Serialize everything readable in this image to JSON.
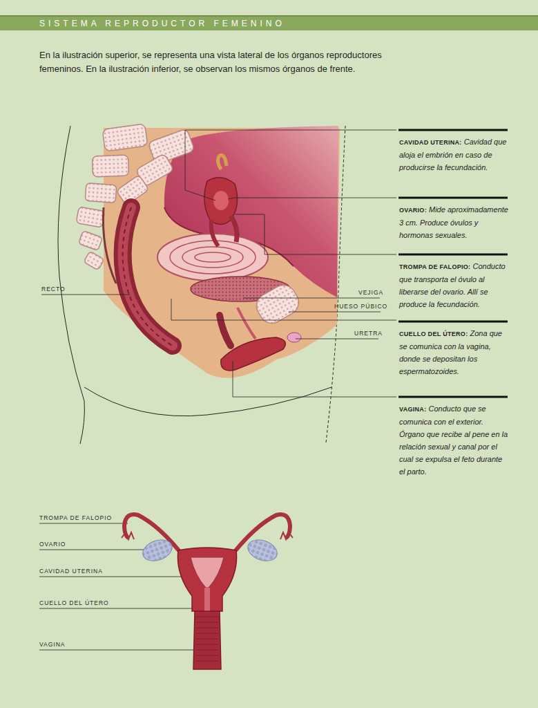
{
  "diagram": {
    "title": "SISTEMA REPRODUCTOR FEMENINO",
    "labels": [
      "En la ilustración superior, se representa una vista lateral de los órganos reproductores femeninos. En la ilustración inferior, se observan los mismos órganos de frente.",
      "CAVIDAD UTERINA:",
      "Cavidad que aloja el embrión en caso de producirse la fecundación.",
      "OVARIO:",
      "Mide aproximadamente 3 cm. Produce óvulos y hormonas sexuales.",
      "TROMPA DE FALOPIO:",
      "Conducto que transporta el óvulo al liberarse del ovario. Allí se produce la fecundación.",
      "CUELLO DEL ÚTERO:",
      "Zona que se comunica con la vagina, donde se depositan los espermatozoides.",
      "VAGINA:",
      "Conducto que se comunica con el exterior. Órgano que recibe al pene en la relación sexual y canal por el cual se expulsa el feto durante el parto.",
      "RECTO",
      "VEJIGA",
      "HUESO PÚBICO",
      "URETRA",
      "TROMPA DE FALOPIO",
      "OVARIO",
      "CAVIDAD UTERINA",
      "CUELLO DEL ÚTERO",
      "VAGINA"
    ]
  }
}
